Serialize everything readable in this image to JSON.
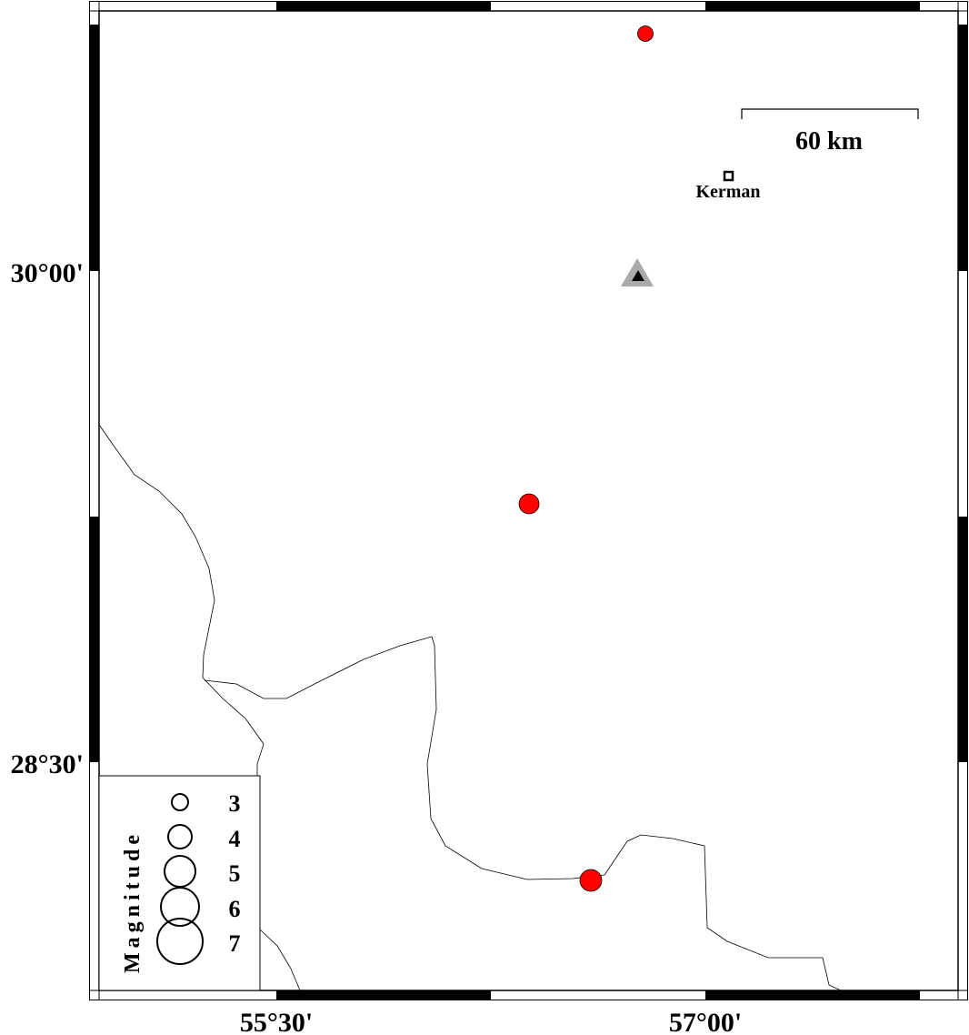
{
  "map": {
    "axes": {
      "lat_labels": [
        "30°00'",
        "28°30'"
      ],
      "lon_labels": [
        "55°30'",
        "57°00'"
      ]
    },
    "scale_bar": {
      "label": "60 km"
    },
    "city": {
      "name": "Kerman",
      "icon": "square-city-icon"
    },
    "station": {
      "icon": "triangle-station-icon",
      "outer_color": "#aaaaaa",
      "inner_color": "#000000"
    },
    "events": {
      "color": "#ff0000",
      "count": 3
    },
    "legend": {
      "title": "Magnitude",
      "entries": [
        "3",
        "4",
        "5",
        "6",
        "7"
      ]
    }
  }
}
